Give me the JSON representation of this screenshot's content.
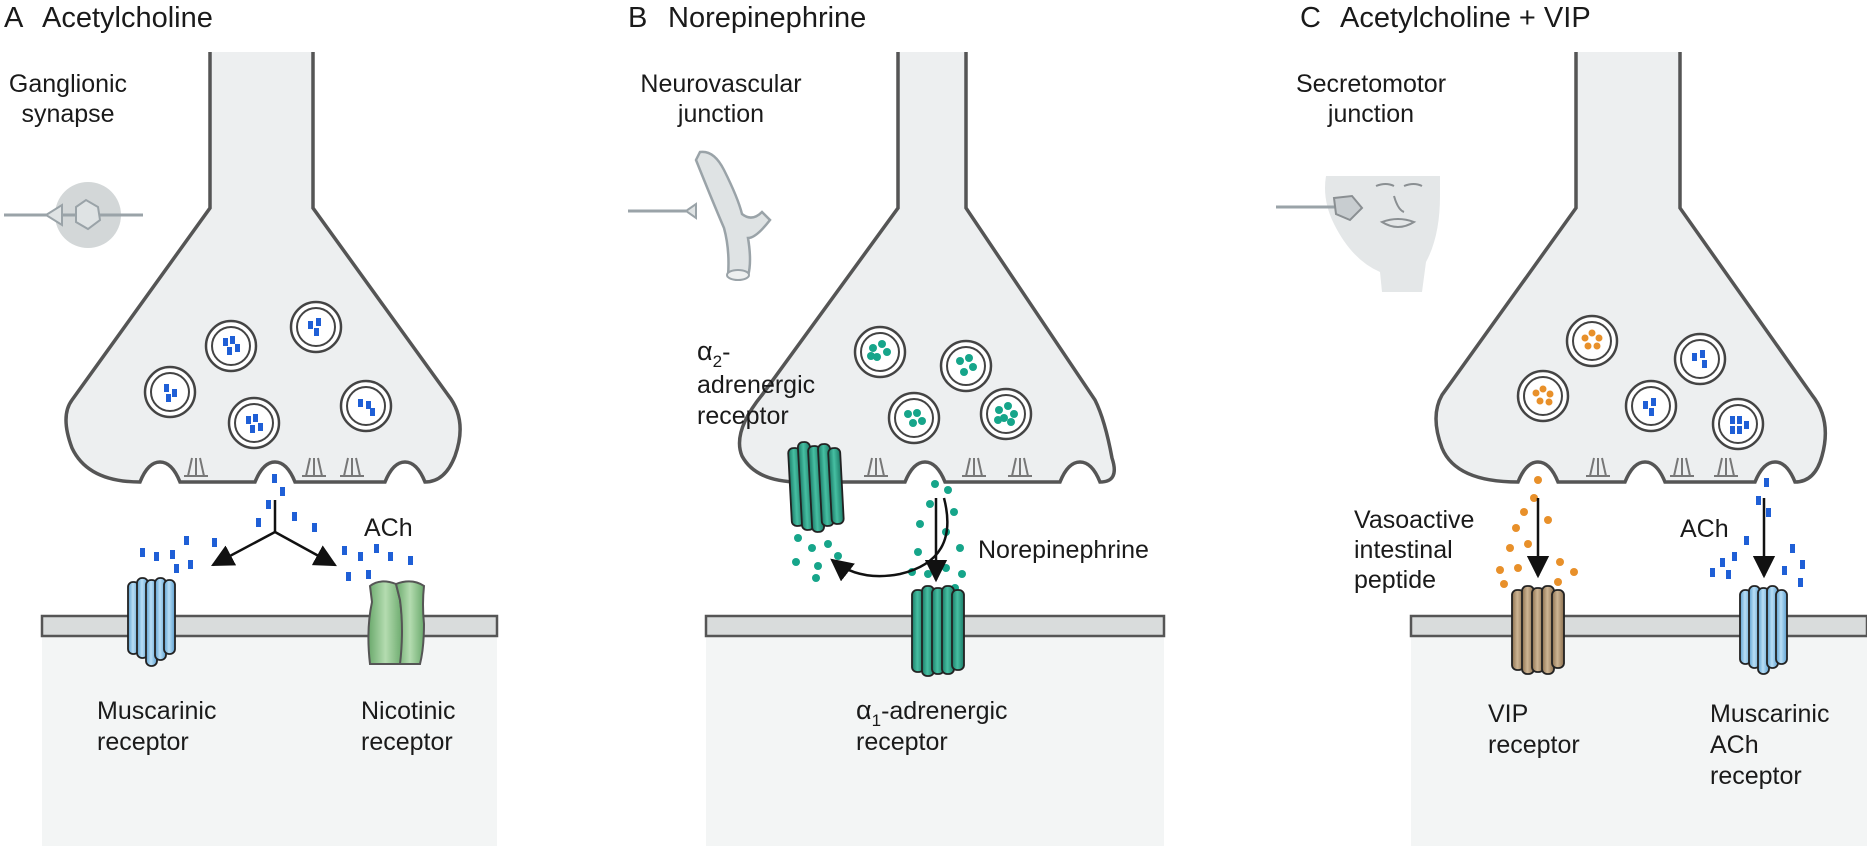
{
  "panels": [
    {
      "letter": "A",
      "title": "Acetylcholine",
      "context_lines": [
        "Ganglionic",
        "synapse"
      ],
      "transmitter_label": "ACh",
      "receptors": [
        {
          "lines": [
            "Muscarinic",
            "receptor"
          ]
        },
        {
          "lines": [
            "Nicotinic",
            "receptor"
          ]
        }
      ]
    },
    {
      "letter": "B",
      "title": "Norepinephrine",
      "context_lines": [
        "Neurovascular",
        "junction"
      ],
      "transmitter_label": "Norepinephrine",
      "presynaptic_receptor": {
        "symbol": "α",
        "subscript": "2",
        "suffix": "-",
        "lines": [
          "adrenergic",
          "receptor"
        ]
      },
      "receptors": [
        {
          "symbol": "α",
          "subscript": "1",
          "rest": "-adrenergic",
          "line2": "receptor"
        }
      ]
    },
    {
      "letter": "C",
      "title": "Acetylcholine + VIP",
      "context_lines": [
        "Secretomotor",
        "junction"
      ],
      "transmitter_labels": [
        {
          "lines": [
            "Vasoactive",
            "intestinal",
            "peptide"
          ]
        },
        {
          "lines": [
            "ACh"
          ]
        }
      ],
      "receptors": [
        {
          "lines": [
            "VIP",
            "receptor"
          ]
        },
        {
          "lines": [
            "Muscarinic",
            "ACh",
            "receptor"
          ]
        }
      ]
    }
  ],
  "colors": {
    "ach": "#1f5fd6",
    "norepinephrine": "#16a58a",
    "vip": "#e8902a",
    "muscarinic": "#8fc6e8",
    "nicotinic": "#8cc790",
    "adrenergic": "#2a9d86",
    "vip_receptor": "#b59a78",
    "terminal_fill": "#edeff0",
    "membrane": "#555555"
  }
}
